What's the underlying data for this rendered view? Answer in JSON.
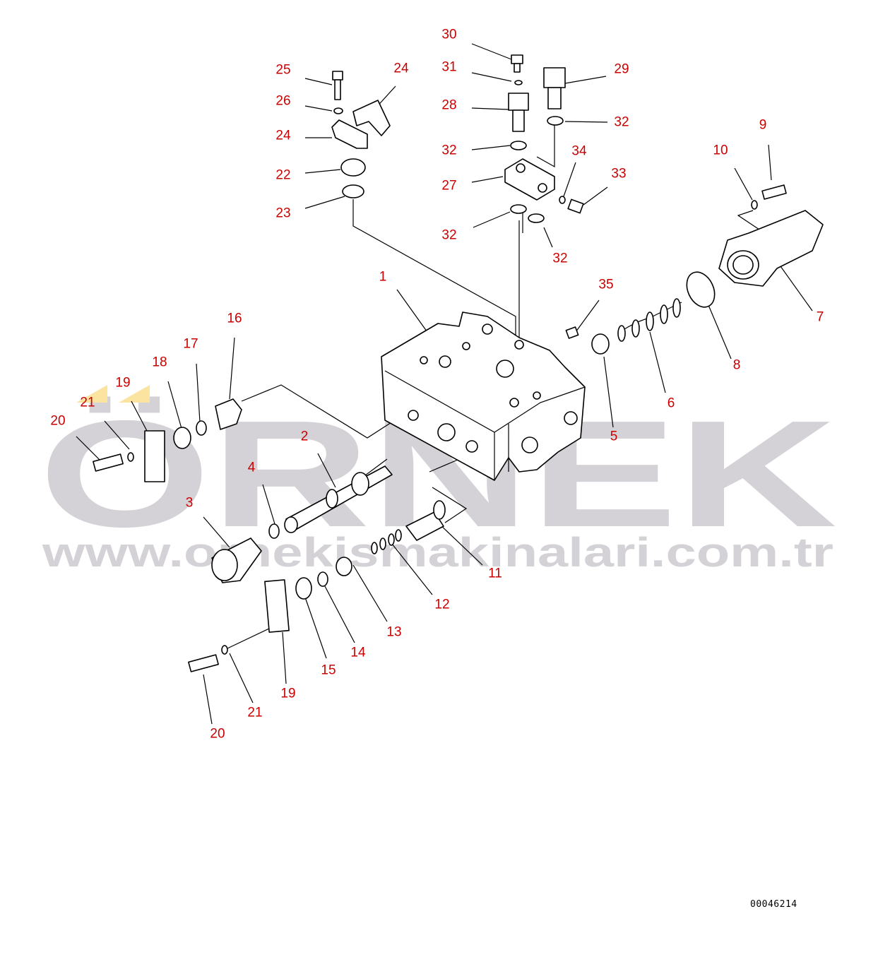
{
  "watermark": {
    "brand": "ÖRNEK",
    "url": "www.ornekismakinalari.com.tr",
    "color": "#d4d2d6",
    "accent_color": "#fbe3a0"
  },
  "label_color": "#cc0000",
  "figure_number": "00046214",
  "callouts": [
    "30",
    "31",
    "28",
    "32",
    "27",
    "32",
    "29",
    "32",
    "34",
    "33",
    "32",
    "25",
    "26",
    "24",
    "24",
    "22",
    "23",
    "9",
    "10",
    "7",
    "8",
    "6",
    "5",
    "35",
    "1",
    "16",
    "17",
    "18",
    "19",
    "21",
    "20",
    "2",
    "4",
    "3",
    "11",
    "12",
    "13",
    "14",
    "15",
    "19",
    "21",
    "20"
  ]
}
